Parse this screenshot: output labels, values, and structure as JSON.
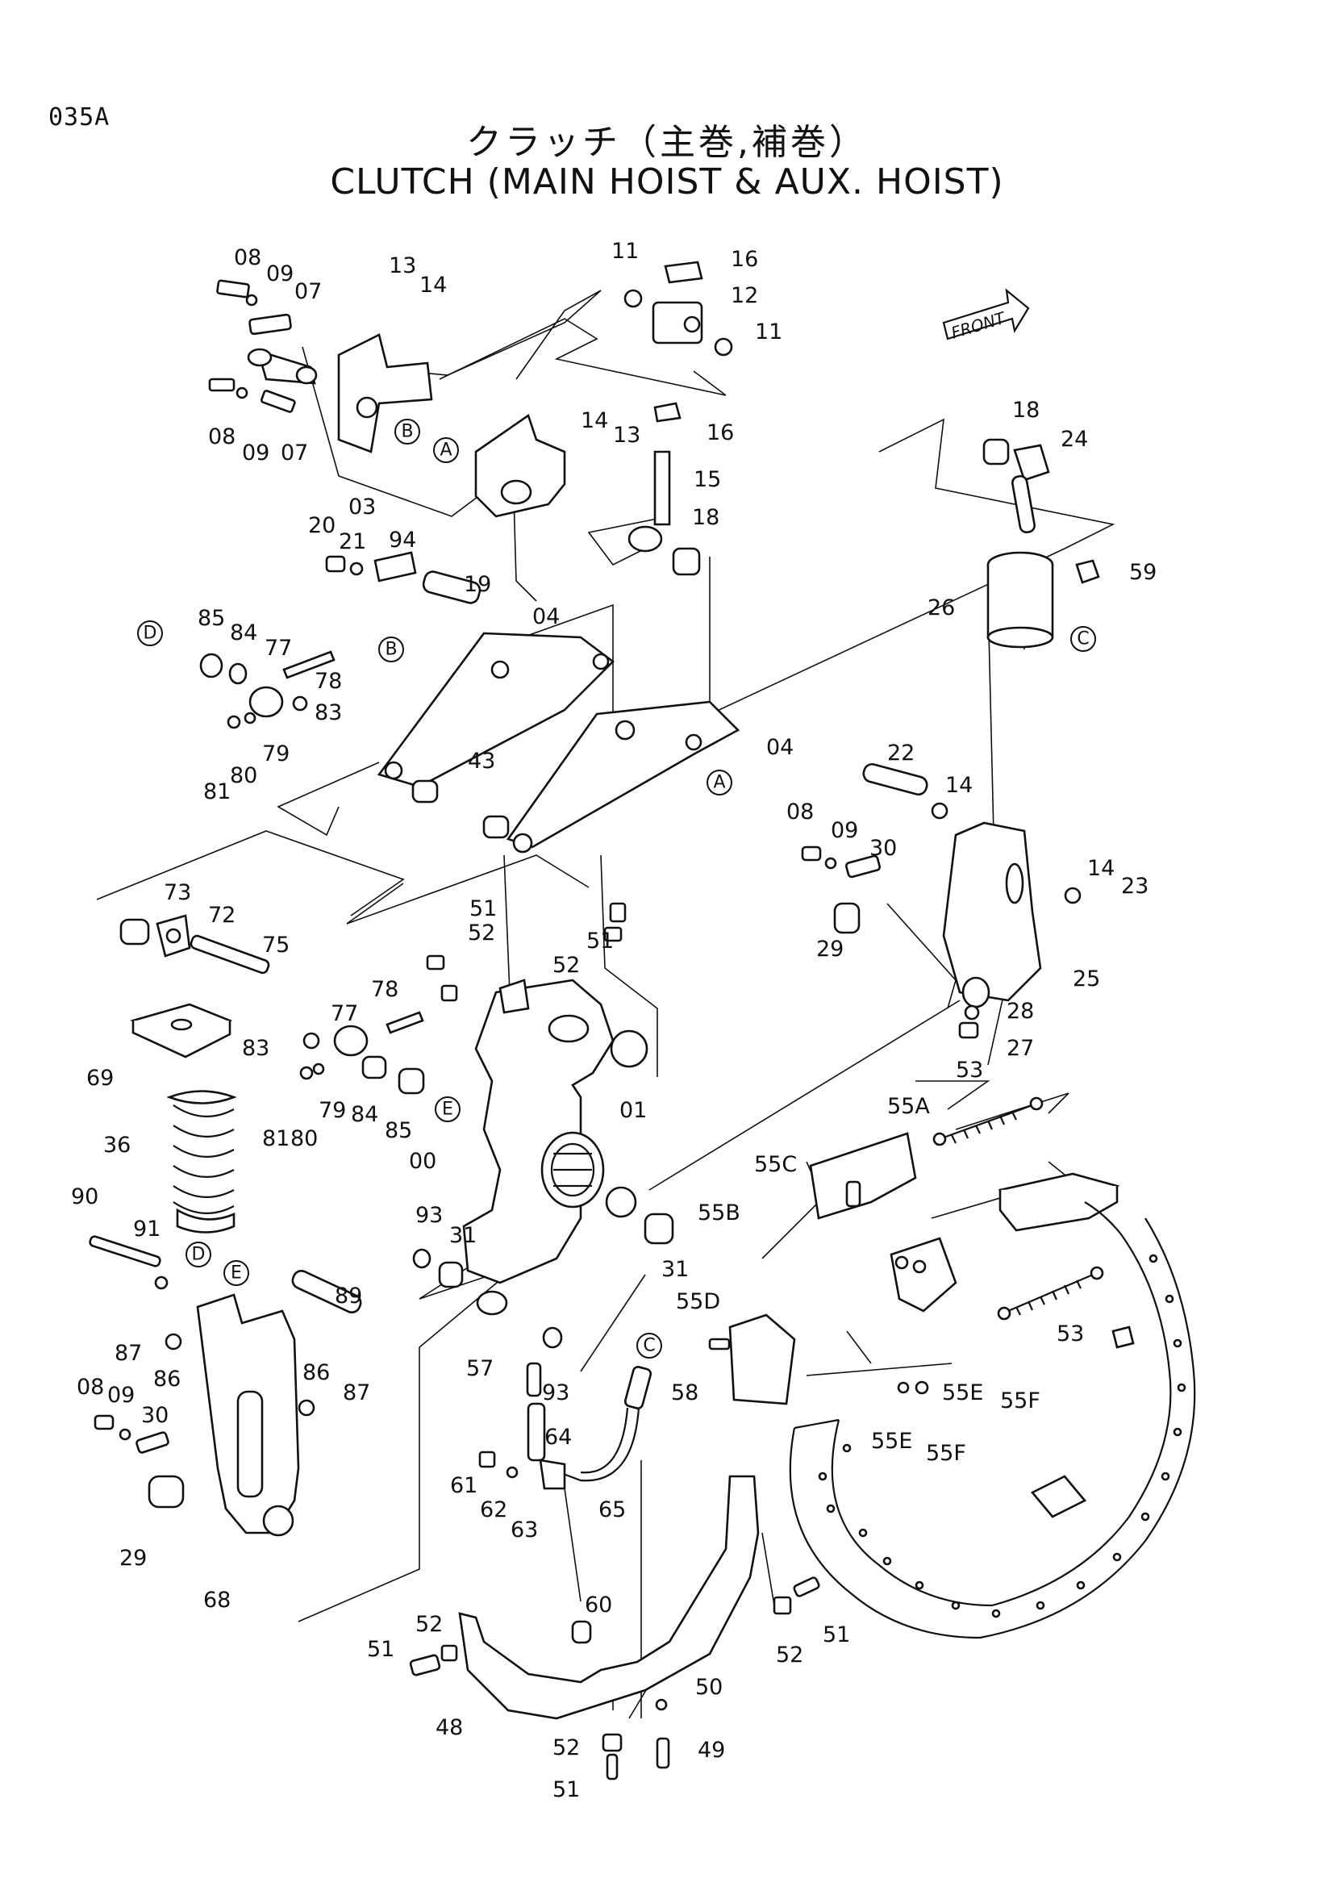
{
  "page_number": "035A",
  "title_jp": "クラッチ（主巻,補巻）",
  "title_en": "CLUTCH (MAIN HOIST & AUX. HOIST)",
  "front_label": "FRONT",
  "ref_markers": {
    "A": "A",
    "B": "B",
    "C": "C",
    "D": "D",
    "E": "E"
  },
  "callouts": [
    "08",
    "09",
    "07",
    "13",
    "14",
    "11",
    "16",
    "12",
    "11",
    "08",
    "09",
    "07",
    "03",
    "14",
    "13",
    "16",
    "15",
    "18",
    "24",
    "18",
    "26",
    "59",
    "20",
    "21",
    "94",
    "19",
    "04",
    "85",
    "84",
    "77",
    "78",
    "83",
    "79",
    "80",
    "81",
    "43",
    "04",
    "22",
    "14",
    "08",
    "09",
    "30",
    "14",
    "23",
    "29",
    "25",
    "28",
    "27",
    "73",
    "72",
    "75",
    "51",
    "52",
    "51",
    "52",
    "78",
    "77",
    "83",
    "69",
    "81",
    "80",
    "79",
    "84",
    "85",
    "01",
    "36",
    "00",
    "53",
    "55A",
    "55C",
    "55B",
    "90",
    "91",
    "93",
    "31",
    "31",
    "89",
    "55D",
    "53",
    "87",
    "86",
    "86",
    "87",
    "57",
    "93",
    "58",
    "55E",
    "55F",
    "08",
    "09",
    "30",
    "55E",
    "55F",
    "64",
    "61",
    "62",
    "63",
    "65",
    "29",
    "68",
    "60",
    "52",
    "51",
    "52",
    "51",
    "50",
    "48",
    "52",
    "49",
    "51"
  ]
}
